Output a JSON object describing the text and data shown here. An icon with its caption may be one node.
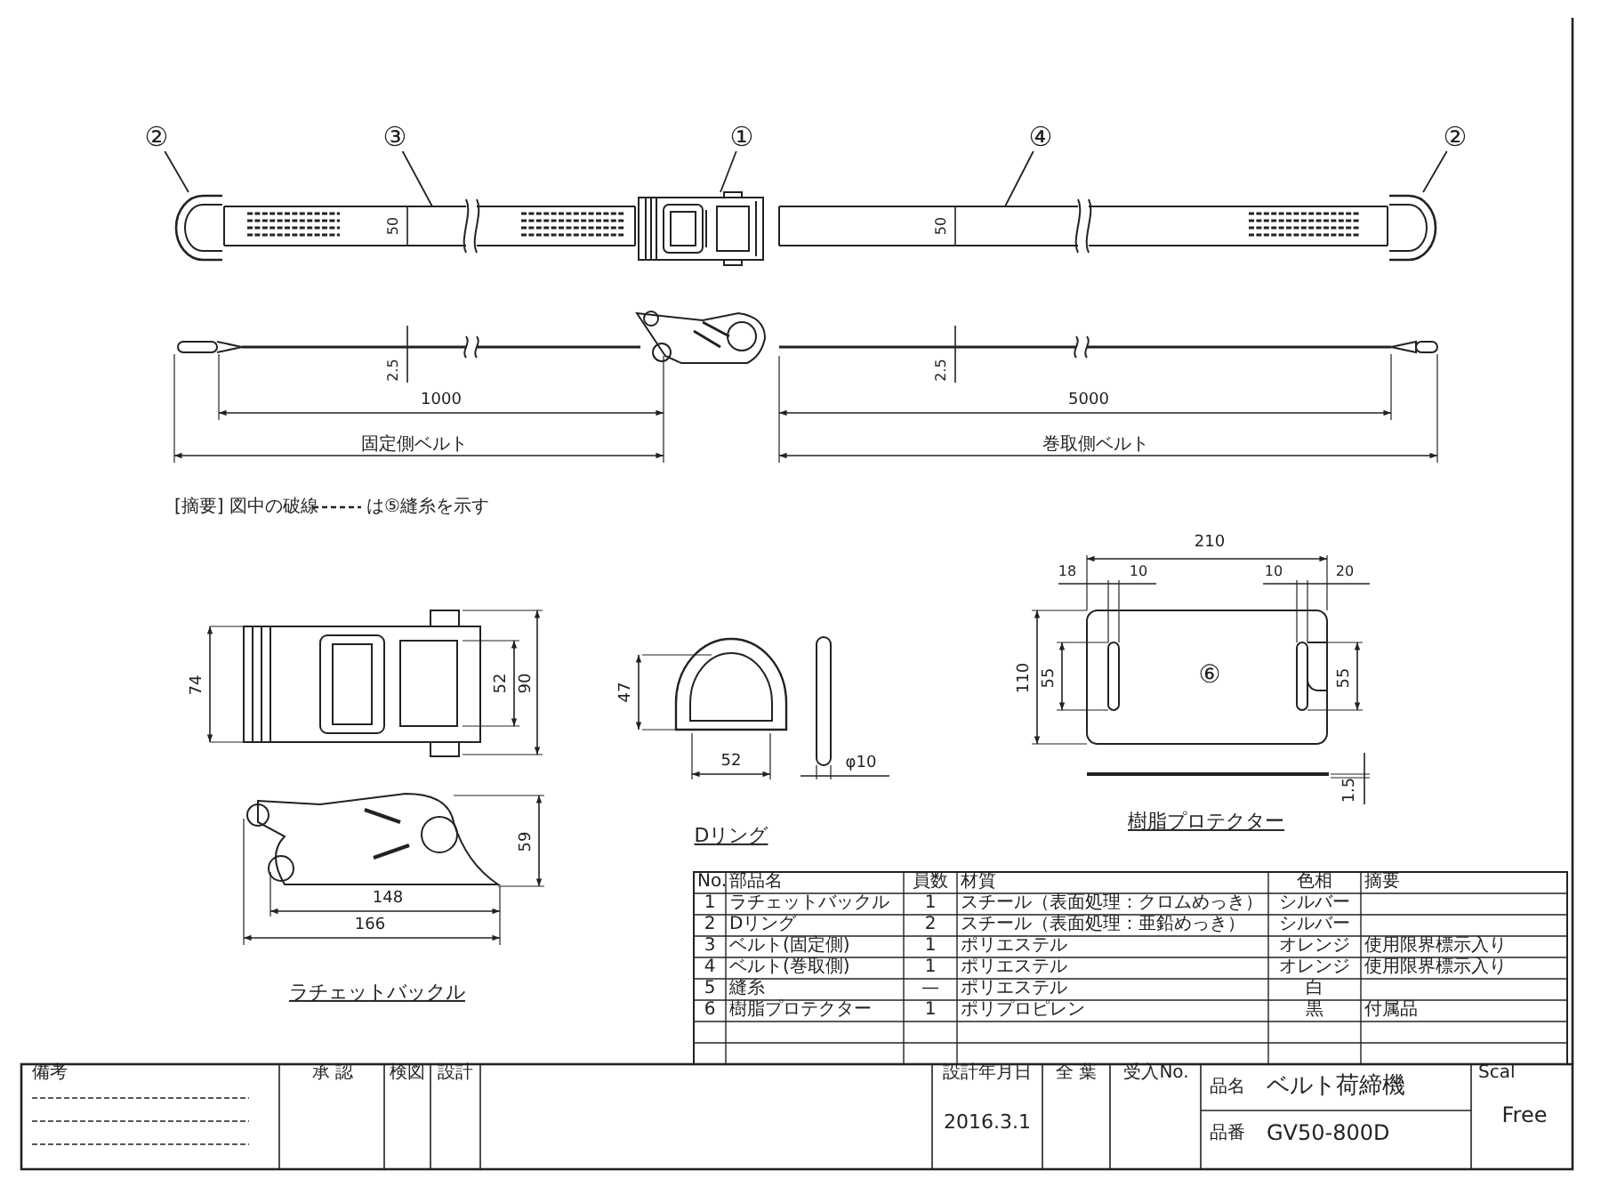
{
  "diagram": {
    "nodes": [
      {
        "text": [
          "②"
        ]
      },
      {
        "text": [
          "③"
        ]
      },
      {
        "text": [
          "①"
        ]
      },
      {
        "text": [
          "④"
        ]
      },
      {
        "text": [
          "②"
        ]
      },
      {
        "text": [],
        "shape": "picture"
      },
      {
        "text": [],
        "shape": "picture"
      },
      {
        "text": [],
        "shape": "picture"
      },
      {
        "text": [],
        "shape": "picture"
      },
      {
        "text": [],
        "shape": "picture"
      }
    ],
    "edges": [
      {
        "from": 0,
        "to": 5,
        "arrow": "none"
      },
      {
        "from": 1,
        "to": 6,
        "arrow": "none"
      },
      {
        "from": 2,
        "to": 7,
        "arrow": "none"
      },
      {
        "from": 3,
        "to": 8,
        "arrow": "none"
      },
      {
        "from": 4,
        "to": 9,
        "arrow": "none"
      }
    ],
    "labels": [
      "50",
      "50",
      "2.5",
      "2.5",
      "1000",
      "5000",
      "固定側ベルト",
      "巻取側ベルト",
      "[摘要] 図中の破線",
      "は⑤縫糸を示す",
      "74",
      "52",
      "90",
      "59",
      "148",
      "166",
      "ラチェットバックル",
      "47",
      "52",
      "φ10",
      "Dリング",
      "210",
      "18",
      "10",
      "10",
      "20",
      "110",
      "55",
      "⑥",
      "55",
      "1.5",
      "樹脂プロテクター",
      "No.",
      "部品名",
      "員数",
      "材質",
      "色相",
      "摘要",
      "1",
      "ラチェットバックル",
      "1",
      "スチール（表面処理：クロムめっき）",
      "シルバー",
      "2",
      "Dリング",
      "2",
      "スチール（表面処理：亜鉛めっき）",
      "シルバー",
      "3",
      "ベルト(固定側)",
      "1",
      "ポリエステル",
      "オレンジ",
      "使用限界標示入り",
      "4",
      "ベルト(巻取側)",
      "1",
      "ポリエステル",
      "オレンジ",
      "使用限界標示入り",
      "5",
      "縫糸",
      "—",
      "ポリエステル",
      "白",
      "6",
      "樹脂プロテクター",
      "1",
      "ポリプロピレン",
      "黒",
      "付属品",
      "備考",
      "承 認",
      "検図",
      "設計",
      "設計年月日",
      "全 葉",
      "受入No.",
      "品名",
      "ベルト荷締機",
      "Scal",
      "2016.3.1",
      "Free",
      "品番",
      "GV50-800D"
    ]
  }
}
